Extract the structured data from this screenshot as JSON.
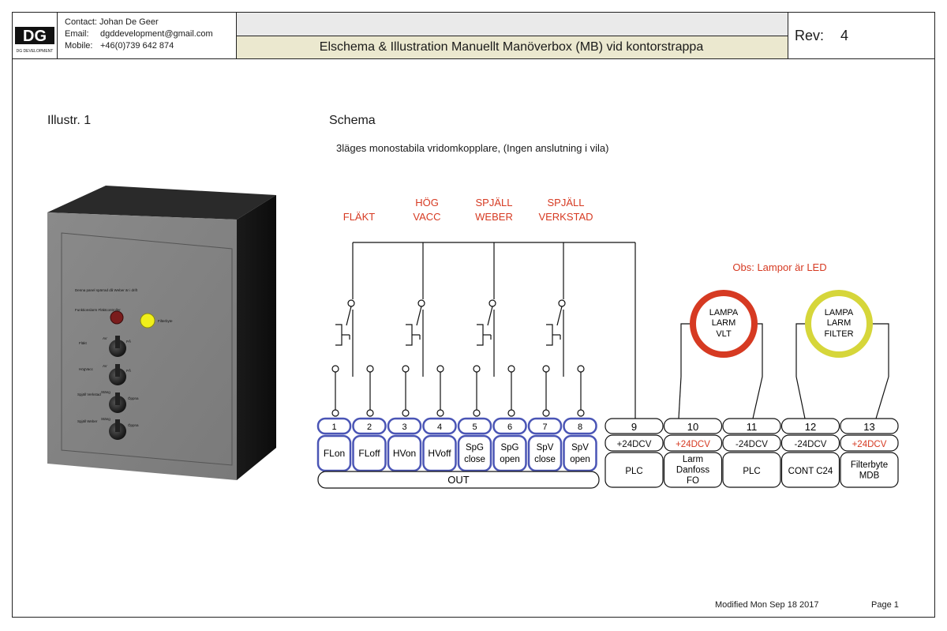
{
  "header": {
    "logo_text": "DG DEVELOPMENT",
    "contact": "Contact: Johan De Geer",
    "email_label": "Email:",
    "email": "dgddevelopment@gmail.com",
    "mobile_label": "Mobile:",
    "mobile": "+46(0)739 642 874",
    "title": "Elschema & Illustration Manuellt Manöverbox (MB) vid kontorstrappa",
    "rev_label": "Rev:",
    "rev_value": "4"
  },
  "illustration": {
    "heading": "Illustr. 1",
    "panel_note": "Denna panel spärrad då Weber är i drift",
    "lamp1_label": "Funktionslarm Fläktcontroller",
    "lamp2_label": "Filterbyte",
    "switches": [
      {
        "name": "Fläkt",
        "left": "AV",
        "right": "PÅ"
      },
      {
        "name": "HögVacc",
        "left": "AV",
        "right": "PÅ"
      },
      {
        "name": "Spjäll Verkstad",
        "left": "Stäng",
        "right": "Öppna"
      },
      {
        "name": "Spjäll Weber",
        "left": "Stäng",
        "right": "Öppna"
      }
    ]
  },
  "schema": {
    "heading": "Schema",
    "subtitle": "3läges monostabila vridomkopplare, (Ingen anslutning i vila)",
    "switch_labels": [
      [
        "FLÄKT"
      ],
      [
        "HÖG",
        "VACC"
      ],
      [
        "SPJÄLL",
        "WEBER"
      ],
      [
        "SPJÄLL",
        "VERKSTAD"
      ]
    ],
    "obs_note": "Obs: Lampor är LED",
    "lamps": [
      {
        "lines": [
          "LAMPA",
          "LARM",
          "VLT"
        ],
        "color": "#d63a22"
      },
      {
        "lines": [
          "LAMPA",
          "LARM",
          "FILTER"
        ],
        "color": "#d6d63a"
      }
    ],
    "out_terminals": [
      {
        "num": "1",
        "label": [
          "FLon"
        ]
      },
      {
        "num": "2",
        "label": [
          "FLoff"
        ]
      },
      {
        "num": "3",
        "label": [
          "HVon"
        ]
      },
      {
        "num": "4",
        "label": [
          "HVoff"
        ]
      },
      {
        "num": "5",
        "label": [
          "SpG",
          "close"
        ]
      },
      {
        "num": "6",
        "label": [
          "SpG",
          "open"
        ]
      },
      {
        "num": "7",
        "label": [
          "SpV",
          "close"
        ]
      },
      {
        "num": "8",
        "label": [
          "SpV",
          "open"
        ]
      }
    ],
    "out_label": "OUT",
    "power_terminals": [
      {
        "num": "9",
        "voltage": "+24DCV",
        "label": [
          "PLC"
        ],
        "red": false
      },
      {
        "num": "10",
        "voltage": "+24DCV",
        "label": [
          "Larm",
          "Danfoss",
          "FO"
        ],
        "red": true
      },
      {
        "num": "11",
        "voltage": "-24DCV",
        "label": [
          "PLC"
        ],
        "red": false
      },
      {
        "num": "12",
        "voltage": "-24DCV",
        "label": [
          "CONT C24"
        ],
        "red": false
      },
      {
        "num": "13",
        "voltage": "+24DCV",
        "label": [
          "Filterbyte",
          "MDB"
        ],
        "red": true
      }
    ],
    "colors": {
      "label_red": "#d63a22",
      "terminal_blue": "#4a55b5"
    }
  },
  "footer": {
    "modified": "Modified  Mon Sep 18 2017",
    "page": "Page 1"
  }
}
